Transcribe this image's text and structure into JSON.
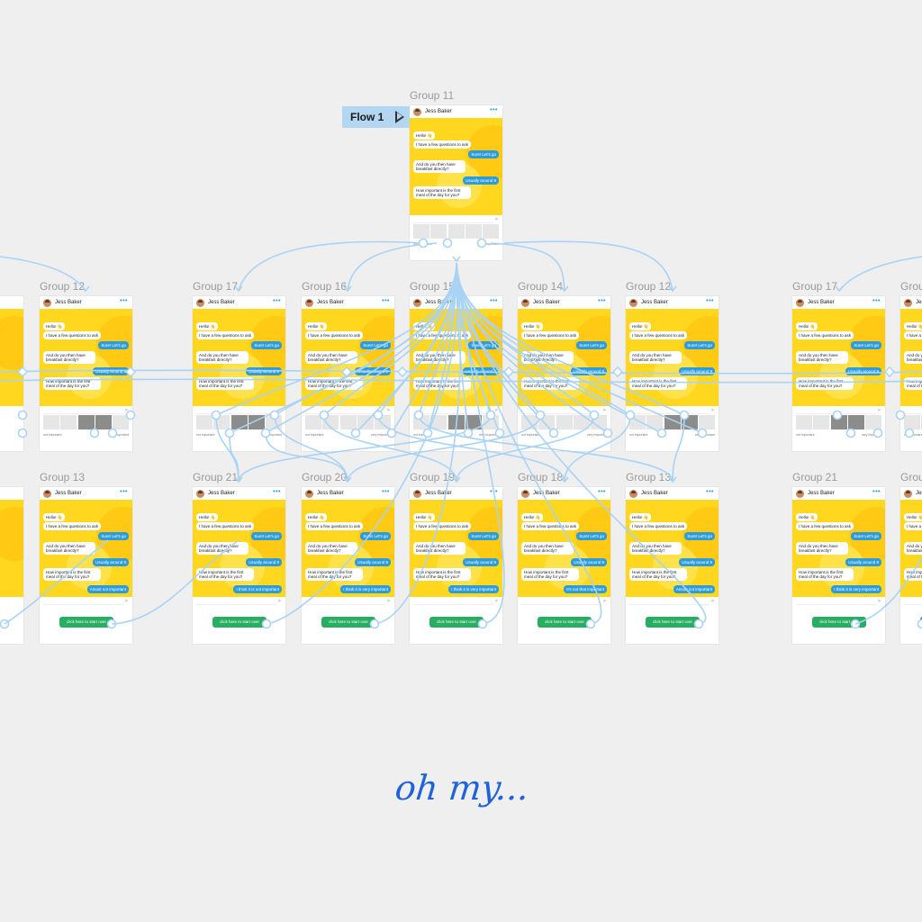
{
  "canvas": {
    "flow_label": "Flow 1",
    "caption": "oh my...",
    "wire_color": "#a9d3f5",
    "accent": "#2d9cdb",
    "frame_bg": "#ffd71f",
    "green": "#27ae60"
  },
  "chat": {
    "contact": "Jess Baker",
    "menu_icon": "dots-icon",
    "messages": {
      "hello": "Hello! 👋",
      "few_q": "I have a few questions to ask",
      "sure": "Sure! Let's go",
      "breakfast": "And do you then have breakfast directly?",
      "usually": "Usually around 9",
      "important": "How important is the first meal of the day for you?"
    },
    "scale_low": "not important",
    "scale_high": "very important",
    "replies": [
      "I think it is very important",
      "It's not that important",
      "Amost not important",
      "I think it is not important",
      "I think it is very important"
    ],
    "start_button": "click here to start over"
  },
  "frames": [
    {
      "id": "g11",
      "label": "Group 11",
      "variant": "scale-top"
    },
    {
      "id": "l12",
      "label": "Group 12",
      "variant": "scale"
    },
    {
      "id": "l13",
      "label": "Group 13",
      "variant": "end"
    },
    {
      "id": "g17",
      "label": "Group 17",
      "variant": "scale"
    },
    {
      "id": "g16",
      "label": "Group 16",
      "variant": "scale"
    },
    {
      "id": "g15",
      "label": "Group 15",
      "variant": "scale"
    },
    {
      "id": "g14",
      "label": "Group 14",
      "variant": "scale"
    },
    {
      "id": "g12",
      "label": "Group 12",
      "variant": "scale"
    },
    {
      "id": "g21",
      "label": "Group 21",
      "variant": "end"
    },
    {
      "id": "g20",
      "label": "Group 20",
      "variant": "end"
    },
    {
      "id": "g19",
      "label": "Group 19",
      "variant": "end"
    },
    {
      "id": "g18",
      "label": "Group 18",
      "variant": "end"
    },
    {
      "id": "g13",
      "label": "Group 13",
      "variant": "end"
    },
    {
      "id": "r17",
      "label": "Group 17",
      "variant": "scale"
    },
    {
      "id": "r21",
      "label": "Group 21",
      "variant": "end"
    },
    {
      "id": "rc1",
      "label": "Grou",
      "variant": "scale"
    },
    {
      "id": "rc2",
      "label": "Grou",
      "variant": "end"
    }
  ]
}
